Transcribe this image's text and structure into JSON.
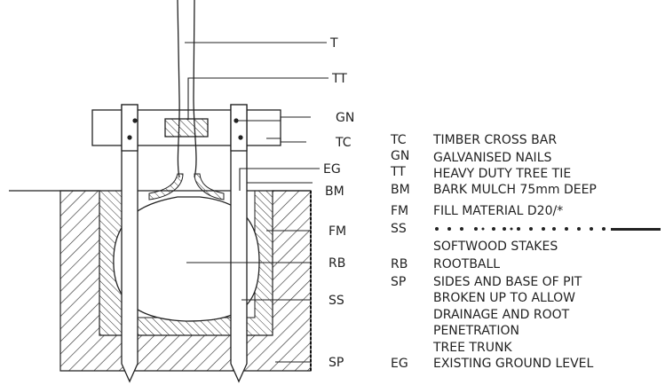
{
  "diagram": {
    "callouts": [
      "T",
      "TT",
      "GN",
      "TC",
      "EG",
      "BM",
      "FM",
      "RB",
      "SS",
      "SP"
    ],
    "legend": [
      {
        "code": "TC",
        "text": "TIMBER CROSS BAR"
      },
      {
        "code": "GN",
        "text": "GALVANISED NAILS"
      },
      {
        "code": "TT",
        "text": "HEAVY DUTY TREE TIE"
      },
      {
        "code": "BM",
        "text": "BARK MULCH 75mm DEEP"
      },
      {
        "code": "FM",
        "text": "FILL MATERIAL D20/*"
      },
      {
        "code": "SS",
        "text": ""
      },
      {
        "code": "",
        "text": "SOFTWOOD STAKES"
      },
      {
        "code": "RB",
        "text": "ROOTBALL"
      },
      {
        "code": "SP",
        "text": "SIDES AND BASE OF PIT"
      },
      {
        "code": "",
        "text": "BROKEN UP TO ALLOW"
      },
      {
        "code": "",
        "text": "DRAINAGE AND ROOT"
      },
      {
        "code": "",
        "text": "PENETRATION"
      },
      {
        "code": "",
        "text": "TREE TRUNK"
      },
      {
        "code": "EG",
        "text": "EXISTING GROUND LEVEL"
      }
    ]
  }
}
